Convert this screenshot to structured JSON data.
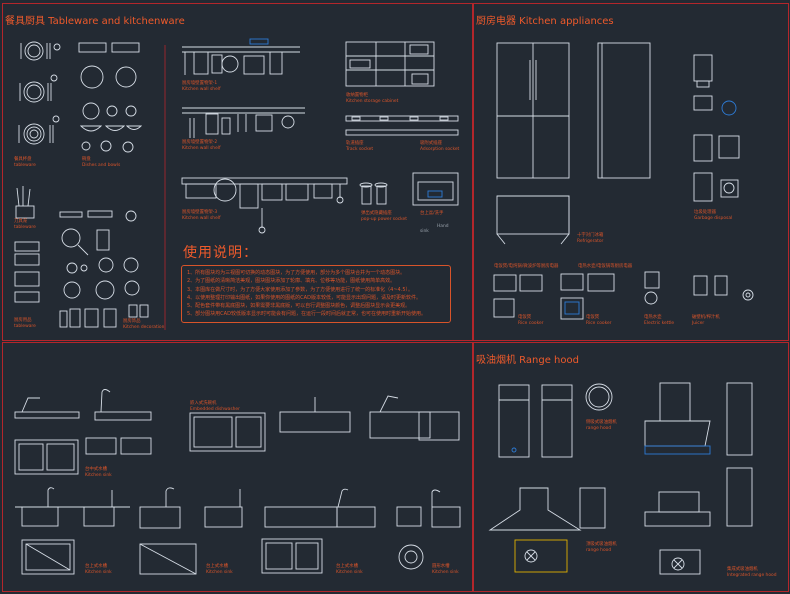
{
  "panels": {
    "tableware": {
      "title": "餐具厨具 Tableware and kitchenware"
    },
    "appliances": {
      "title": "厨房电器 Kitchen appliances"
    },
    "sinks": {
      "title": ""
    },
    "hood": {
      "title": "吸油烟机 Range hood"
    }
  },
  "labels": {
    "tableware_1": "餐具杯盘",
    "tableware_1_en": "tableware",
    "dishes": "碗盘",
    "dishes_en": "Dishes and bowls",
    "tableware_2": "刀具笼",
    "tableware_2_en": "tableware",
    "tableware_3": "厨房用品",
    "tableware_3_en": "tableware",
    "kitchen_decoration": "厨房饰品",
    "kitchen_decoration_en": "Kitchen decoration",
    "wall_shelf_1": "厨房墙壁置物架-1",
    "wall_shelf_1_en": "Kitchen wall shelf",
    "wall_shelf_2": "厨房墙壁置物架-2",
    "wall_shelf_2_en": "Kitchen wall shelf",
    "wall_shelf_3": "厨房墙壁置物架-3",
    "wall_shelf_3_en": "Kitchen wall shelf",
    "storage_cabinet": "收纳置物柜",
    "storage_cabinet_en": "Kitchen storage cabinet",
    "track_socket": "轨道插座",
    "track_socket_en": "Track socket",
    "adsorption_socket": "吸附式插座",
    "adsorption_socket_en": "Adsorption socket",
    "popup_socket": "弹出式隐藏插座",
    "popup_socket_en": "pop-up power socket",
    "hand_sink": "台上盆/洗手",
    "hand_sink_en1": "Hand",
    "hand_sink_en2": "sink",
    "refrigerator": "十字对门冰箱",
    "refrigerator_en": "Refrigerator",
    "garbage": "垃圾处理器",
    "garbage_en": "Garbage disposal",
    "rice_cooker": "电饭煲",
    "rice_cooker_en": "Rice cooker",
    "rice_cooker_2": "电饭煲",
    "rice_cooker_2_en": "Rice cooker",
    "electric_kettle": "电热水壶",
    "electric_kettle_en": "Electric kettle",
    "juicer": "破壁机/榨汁机",
    "juicer_en": "Juicer",
    "appliances_caption_1": "电饭煲/电炖锅/微波炉等厨房电器",
    "appliances_caption_2": "电热水壶/电饭锅等厨房电器",
    "dishwasher": "嵌入式洗碗机",
    "dishwasher_en": "Embedded dishwasher",
    "sink_a": "台中式水槽",
    "sink_a_en": "Kitchen sink",
    "sink_b": "台上式水槽",
    "sink_b_en": "Kitchen sink",
    "sink_c": "台上式水槽",
    "sink_c_en": "Kitchen sink",
    "sink_d": "台上式水槽",
    "sink_d_en": "Kitchen sink",
    "sink_e": "圆形水槽",
    "sink_e_en": "Kitchen sink",
    "hood_a": "侧吸式吸油烟机",
    "hood_a_en": "range hood",
    "hood_b": "顶吸式吸油烟机",
    "hood_b_en": "range hood",
    "hood_c": "集成式吸油烟机",
    "hood_c_en": "Integrated range hood"
  },
  "notes": {
    "title": "使用说明：",
    "lines": [
      "1、所有图块均为三视图可切换的动态图块，为了方便使用，部分为多个图块合并为一个动态图块。",
      "2、为了图纸的清晰简洁美观，图块图块添加了轮廓、填充、位移等功能，图纸使用简单高效。",
      "3、本图库在做尺寸时，为了方便大家使用添加了参数，为了方便使用进行了统一的标准化（4~4.5）。",
      "4、以使用整理打印输出图纸，如果你使用的图纸的CAD版本较低，可能显示出现问题，请及时更新软件。",
      "5、配色套件带有黑底图块，如果需要非黑底版，可以自行调整图块颜色，调整后图块显示会更美观。",
      "5、部分图块用CAD较低版本显示时可能会有问题，在运行一段时间后就正常，也可在使用时重新开始使用。"
    ]
  },
  "colors": {
    "background": "#232a33",
    "border": "#b3262b",
    "title": "#ee5a2b",
    "label": "#d8542a",
    "line": "#d6dde6",
    "accent_blue": "#2d7bd6"
  }
}
